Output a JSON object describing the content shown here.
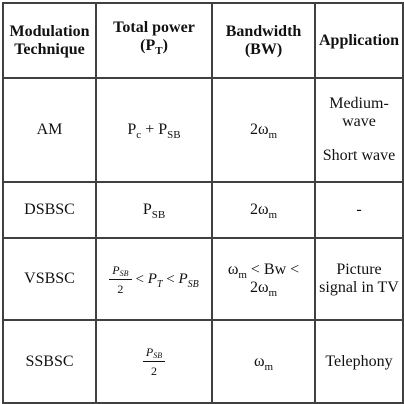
{
  "headers": {
    "technique": [
      "Modulation",
      "Technique"
    ],
    "power": {
      "label": "Total power",
      "symbol": "P",
      "subscript": "T"
    },
    "bandwidth": [
      "Bandwidth",
      "(BW)"
    ],
    "application": "Application"
  },
  "rows": [
    {
      "technique": "AM",
      "power": {
        "a": "P",
        "a_sub": "c",
        "op": "+",
        "b": "P",
        "b_sub": "SB"
      },
      "bandwidth": {
        "coef": "2",
        "sym": "ω",
        "sub": "m"
      },
      "application": [
        "Medium-",
        "wave",
        "Short wave"
      ]
    },
    {
      "technique": "DSBSC",
      "power": {
        "sym": "P",
        "sub": "SB"
      },
      "bandwidth": {
        "coef": "2",
        "sym": "ω",
        "sub": "m"
      },
      "application": "-"
    },
    {
      "technique": "VSBSC",
      "power": {
        "num": "P",
        "num_sub": "SB",
        "den": "2",
        "lt1": "<",
        "mid": "P",
        "mid_sub": "T",
        "lt2": "<",
        "right": "P",
        "right_sub": "SB"
      },
      "bandwidth": {
        "line1_sym": "ω",
        "line1_sub": "m",
        "line1_rest": " < Bw <",
        "line2_coef": "2",
        "line2_sym": "ω",
        "line2_sub": "m"
      },
      "application": [
        "Picture",
        "signal in TV"
      ]
    },
    {
      "technique": "SSBSC",
      "power": {
        "num": "P",
        "num_sub": "SB",
        "den": "2"
      },
      "bandwidth": {
        "sym": "ω",
        "sub": "m"
      },
      "application": "Telephony"
    }
  ]
}
